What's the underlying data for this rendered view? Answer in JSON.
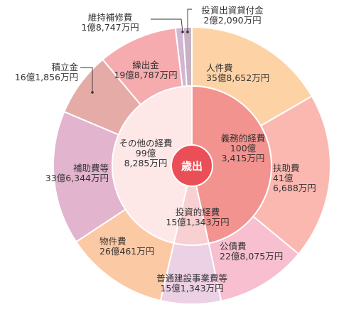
{
  "chart_data": {
    "type": "pie",
    "center_label": "歳出",
    "inner_ring": [
      {
        "name": "義務的経費",
        "amount": "100億3,415万円",
        "value": 10034150,
        "color": "#f3938f"
      },
      {
        "name": "投資的経費",
        "amount": "15億1,343万円",
        "value": 1513430,
        "color": "#f8d0d1"
      },
      {
        "name": "その他の経費",
        "amount": "99億8,285万円",
        "value": 9982850,
        "color": "#fde7e7"
      }
    ],
    "outer_ring": [
      {
        "name": "人件費",
        "amount": "35億8,652万円",
        "value": 3586520,
        "color": "#fdd3a6"
      },
      {
        "name": "扶助費",
        "amount": "41億6,688万円",
        "value": 4166880,
        "color": "#fab8b1"
      },
      {
        "name": "公債費",
        "amount": "22億8,075万円",
        "value": 2280750,
        "color": "#f7bfd0"
      },
      {
        "name": "普通建設事業費等",
        "amount": "15億1,343万円",
        "value": 1513430,
        "color": "#ecd0e4"
      },
      {
        "name": "物件費",
        "amount": "26億461万円",
        "value": 2604610,
        "color": "#fcc9a5"
      },
      {
        "name": "補助費等",
        "amount": "33億6,344万円",
        "value": 3363440,
        "color": "#e2b4cd"
      },
      {
        "name": "積立金",
        "amount": "16億1,856万円",
        "value": 1618560,
        "color": "#e5aca7"
      },
      {
        "name": "繰出金",
        "amount": "19億8,787万円",
        "value": 1987870,
        "color": "#f6abaf"
      },
      {
        "name": "維持補修費",
        "amount": "1億8,747万円",
        "value": 187470,
        "color": "#d2b5d4"
      },
      {
        "name": "投資出資貸付金",
        "amount": "2億2,090万円",
        "value": 220900,
        "color": "#c7b2c4"
      }
    ]
  }
}
